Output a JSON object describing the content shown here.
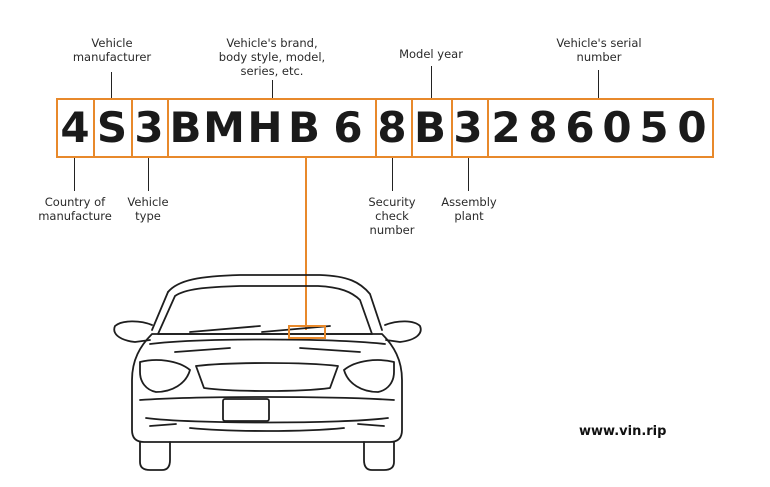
{
  "vin": {
    "characters": [
      "4",
      "S",
      "3",
      "B",
      "M",
      "H",
      "B",
      "6",
      "8",
      "B",
      "3",
      "2",
      "8",
      "6",
      "0",
      "5",
      "0"
    ]
  },
  "labels": {
    "manufacturer": [
      "Vehicle",
      "manufacturer"
    ],
    "brand": [
      "Vehicle's brand,",
      "body style, model,",
      "series, etc."
    ],
    "model_year": [
      "Model year"
    ],
    "serial": [
      "Vehicle's serial",
      "number"
    ],
    "country": [
      "Country of",
      "manufacture"
    ],
    "vehicle_type": [
      "Vehicle",
      "type"
    ],
    "security": [
      "Security",
      "check",
      "number"
    ],
    "assembly": [
      "Assembly",
      "plant"
    ]
  },
  "watermark": "www.vin.rip",
  "colors": {
    "accent": "#e8892b",
    "ink": "#1a1a1a"
  }
}
